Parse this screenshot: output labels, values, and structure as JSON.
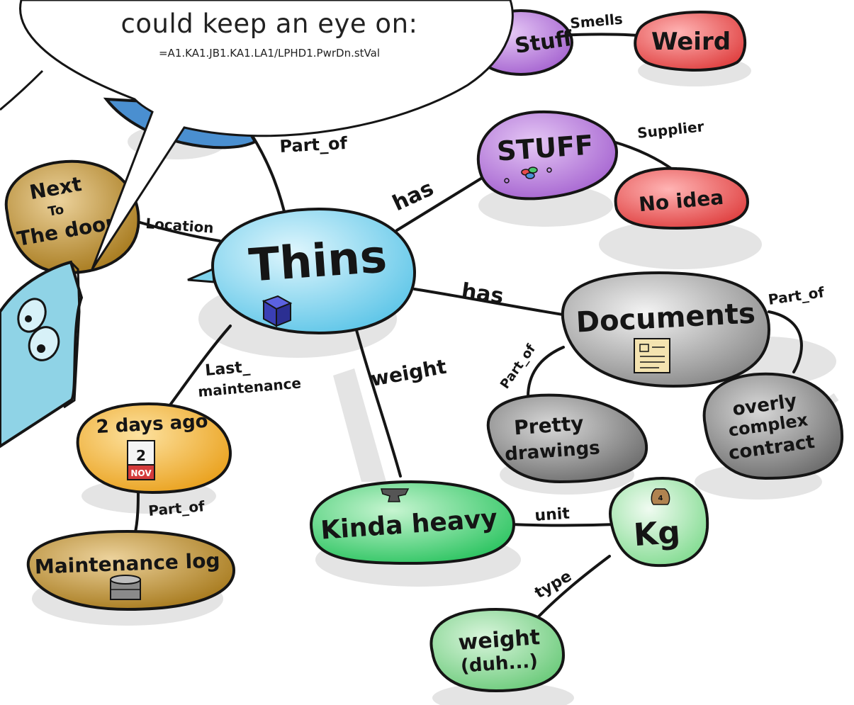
{
  "speech_bubble": {
    "line1": "could keep an eye on:",
    "line2": "=A1.KA1.JB1.KA1.LA1/LPHD1.PwrDn.stVal"
  },
  "nodes": {
    "center": "Thins",
    "stuff_top": "Stuff",
    "weird": "Weird",
    "stuff": "STUFF",
    "no_idea": "No idea",
    "next_to_door": [
      "Next",
      "To",
      "The door"
    ],
    "documents": "Documents",
    "pretty_drawings": [
      "Pretty",
      "drawings"
    ],
    "overly_complex": [
      "overly",
      "complex",
      "contract"
    ],
    "two_days_ago": "2 days ago",
    "maintenance_log": "Maintenance log",
    "kinda_heavy": "Kinda heavy",
    "kg": "Kg",
    "weight_duh": [
      "weight",
      "(duh...)"
    ]
  },
  "edges": {
    "smells": "Smells",
    "part_of_top": "Part_of",
    "has_stuff": "has",
    "supplier": "Supplier",
    "location": "Location",
    "has_documents": "has",
    "part_of_docs_right": "Part_of",
    "part_of_docs_left": "Part_of",
    "last_maintenance": [
      "Last_",
      "maintenance"
    ],
    "weight": "weight",
    "part_of_log": "Part_of",
    "unit": "unit",
    "type": "type"
  },
  "icons": {
    "calendar_day": "2",
    "calendar_month": "NOV",
    "kg_bag": "4"
  },
  "colors": {
    "center": "#7fd3ec",
    "purple": "#b57ad9",
    "red": "#ee5d5d",
    "gold": "#b98a2c",
    "gray": "#9b9b9b",
    "orange": "#f2b640",
    "green": "#4fd37a",
    "light_green": "#a9e9b0",
    "robot": "#8fd3e6",
    "blue_body": "#4a8fd0",
    "outline": "#151515"
  }
}
